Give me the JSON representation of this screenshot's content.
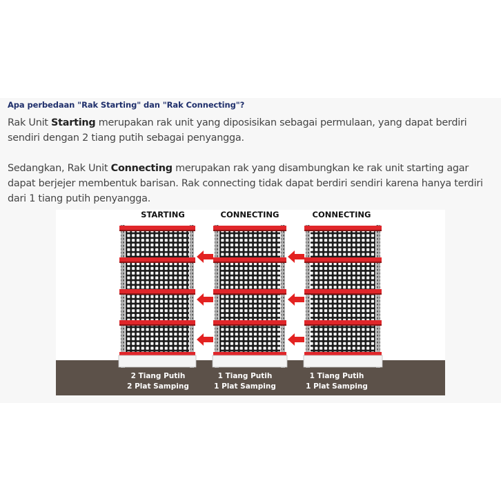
{
  "article": {
    "question": "Apa perbedaan \"Rak Starting\" dan \"Rak Connecting\"?",
    "p1": {
      "prefix": "Rak Unit ",
      "strong": "Starting",
      "suffix": " merupakan rak unit yang diposisikan sebagai permulaan, yang dapat berdiri sendiri dengan 2 tiang putih sebagai penyangga."
    },
    "p2": {
      "prefix": "Sedangkan, Rak Unit ",
      "strong": "Connecting",
      "suffix": " merupakan rak yang disambungkan ke rak unit starting agar dapat berjejer membentuk barisan. Rak connecting tidak dapat berdiri sendiri karena hanya terdiri dari 1 tiang putih penyangga."
    }
  },
  "figure": {
    "units": [
      {
        "title": "STARTING",
        "line1": "2 Tiang Putih",
        "line2": "2 Plat Samping"
      },
      {
        "title": "CONNECTING",
        "line1": "1 Tiang Putih",
        "line2": "1 Plat Samping"
      },
      {
        "title": "CONNECTING",
        "line1": "1 Tiang Putih",
        "line2": "1 Plat Samping"
      }
    ],
    "colors": {
      "shelf_red": "#e0262a",
      "arrow_red": "#e32221",
      "floor": "#5c5149",
      "post_gray": "#9a9a9a",
      "label_white": "#ffffff"
    }
  }
}
